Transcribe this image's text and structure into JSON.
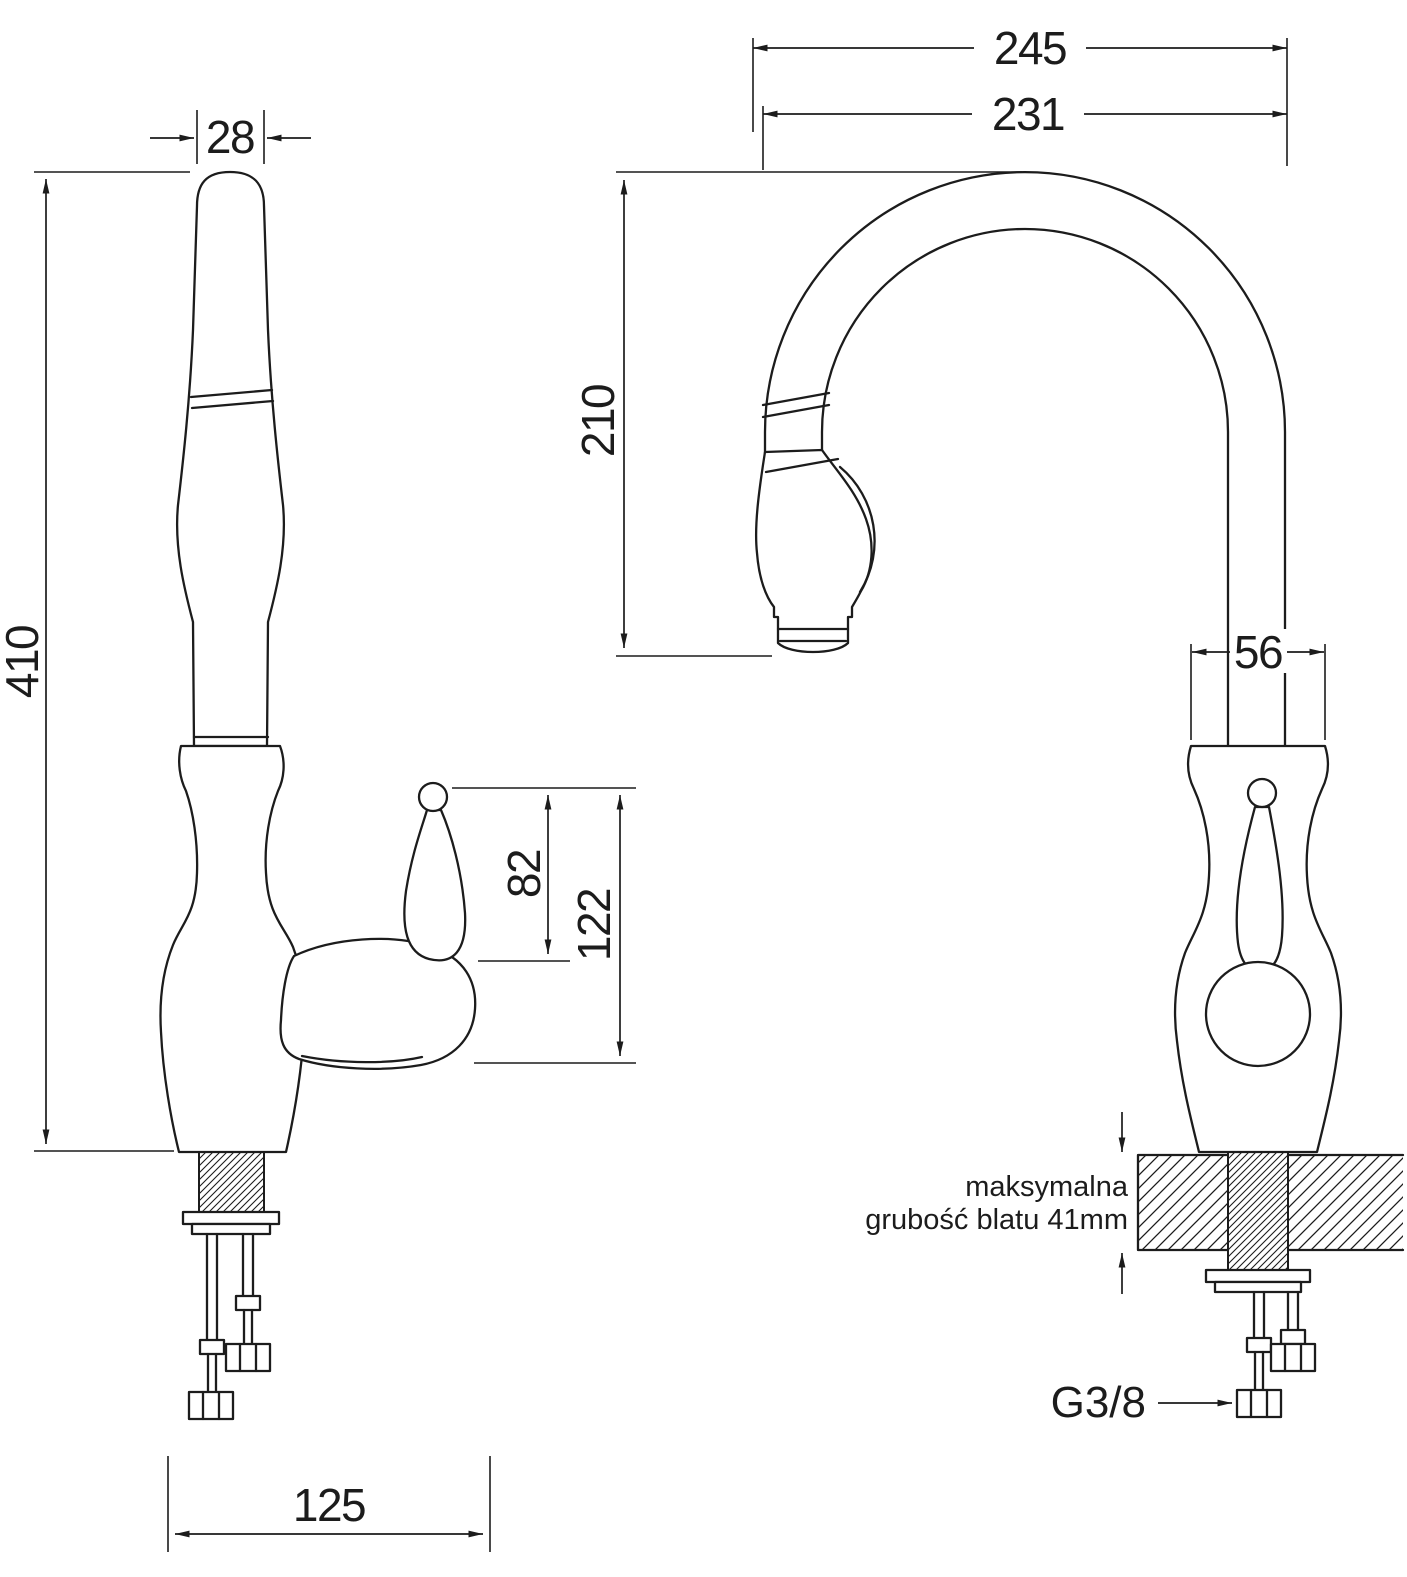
{
  "drawing": {
    "dimensions": {
      "spout_tip_width": "28",
      "total_height": "410",
      "lever_height": "82",
      "handle_height": "122",
      "base_depth": "125",
      "overall_reach": "245",
      "spout_reach": "231",
      "spout_height": "210",
      "body_width": "56"
    },
    "labels": {
      "thread_size": "G3/8"
    },
    "note": {
      "line1": "maksymalna",
      "line2": "grubość blatu 41mm"
    },
    "colors": {
      "line": "#1c1c1c",
      "background": "#ffffff"
    }
  }
}
